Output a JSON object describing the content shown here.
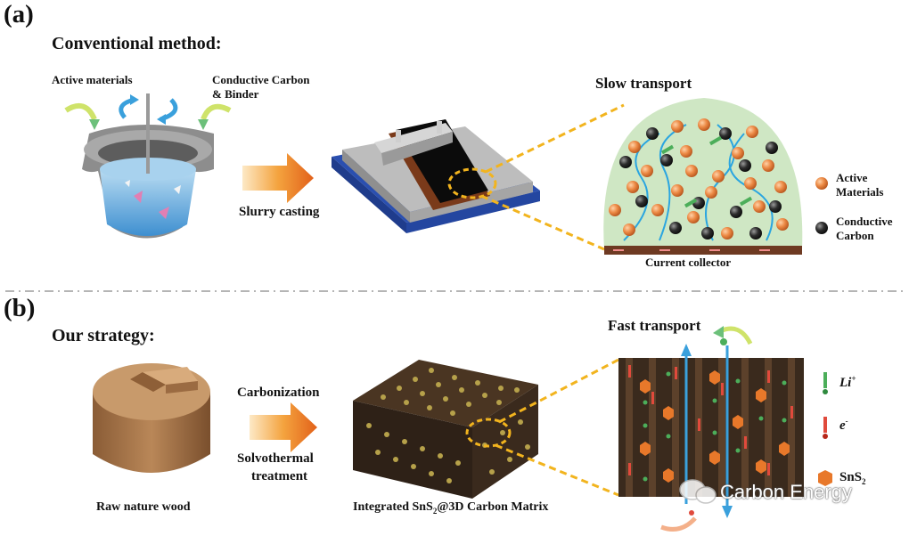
{
  "panel_a": {
    "letter": "(a)",
    "heading": "Conventional method:",
    "active_materials": "Active materials",
    "carbon_line1": "Conductive Carbon",
    "carbon_line2": "& Binder",
    "slurry_casting": "Slurry casting",
    "slow_transport": "Slow transport",
    "legend_active_1": "Active",
    "legend_active_2": "Materials",
    "legend_carbon_1": "Conductive",
    "legend_carbon_2": "Carbon",
    "current_collector": "Current collector"
  },
  "panel_b": {
    "letter": "(b)",
    "heading": "Our strategy:",
    "carbonization": "Carbonization",
    "solvo_1": "Solvothermal",
    "solvo_2": "treatment",
    "raw_wood": "Raw nature wood",
    "matrix_pre": "Integrated SnS",
    "matrix_sub": "2",
    "matrix_post": "@3D Carbon Matrix",
    "fast_transport": "Fast transport",
    "li_label": "Li",
    "li_sup": "+",
    "e_label": "e",
    "e_sup": "-",
    "sns2_label": "SnS",
    "sns2_sub": "2"
  },
  "watermark": "Carbon Energy",
  "colors": {
    "orange": "#e8782a",
    "dashed_yellow": "#f2b41e",
    "arrow_blue": "#3aa0dc",
    "dome_green": "#cfe7c4",
    "wood_brown": "#3a2a1d"
  }
}
